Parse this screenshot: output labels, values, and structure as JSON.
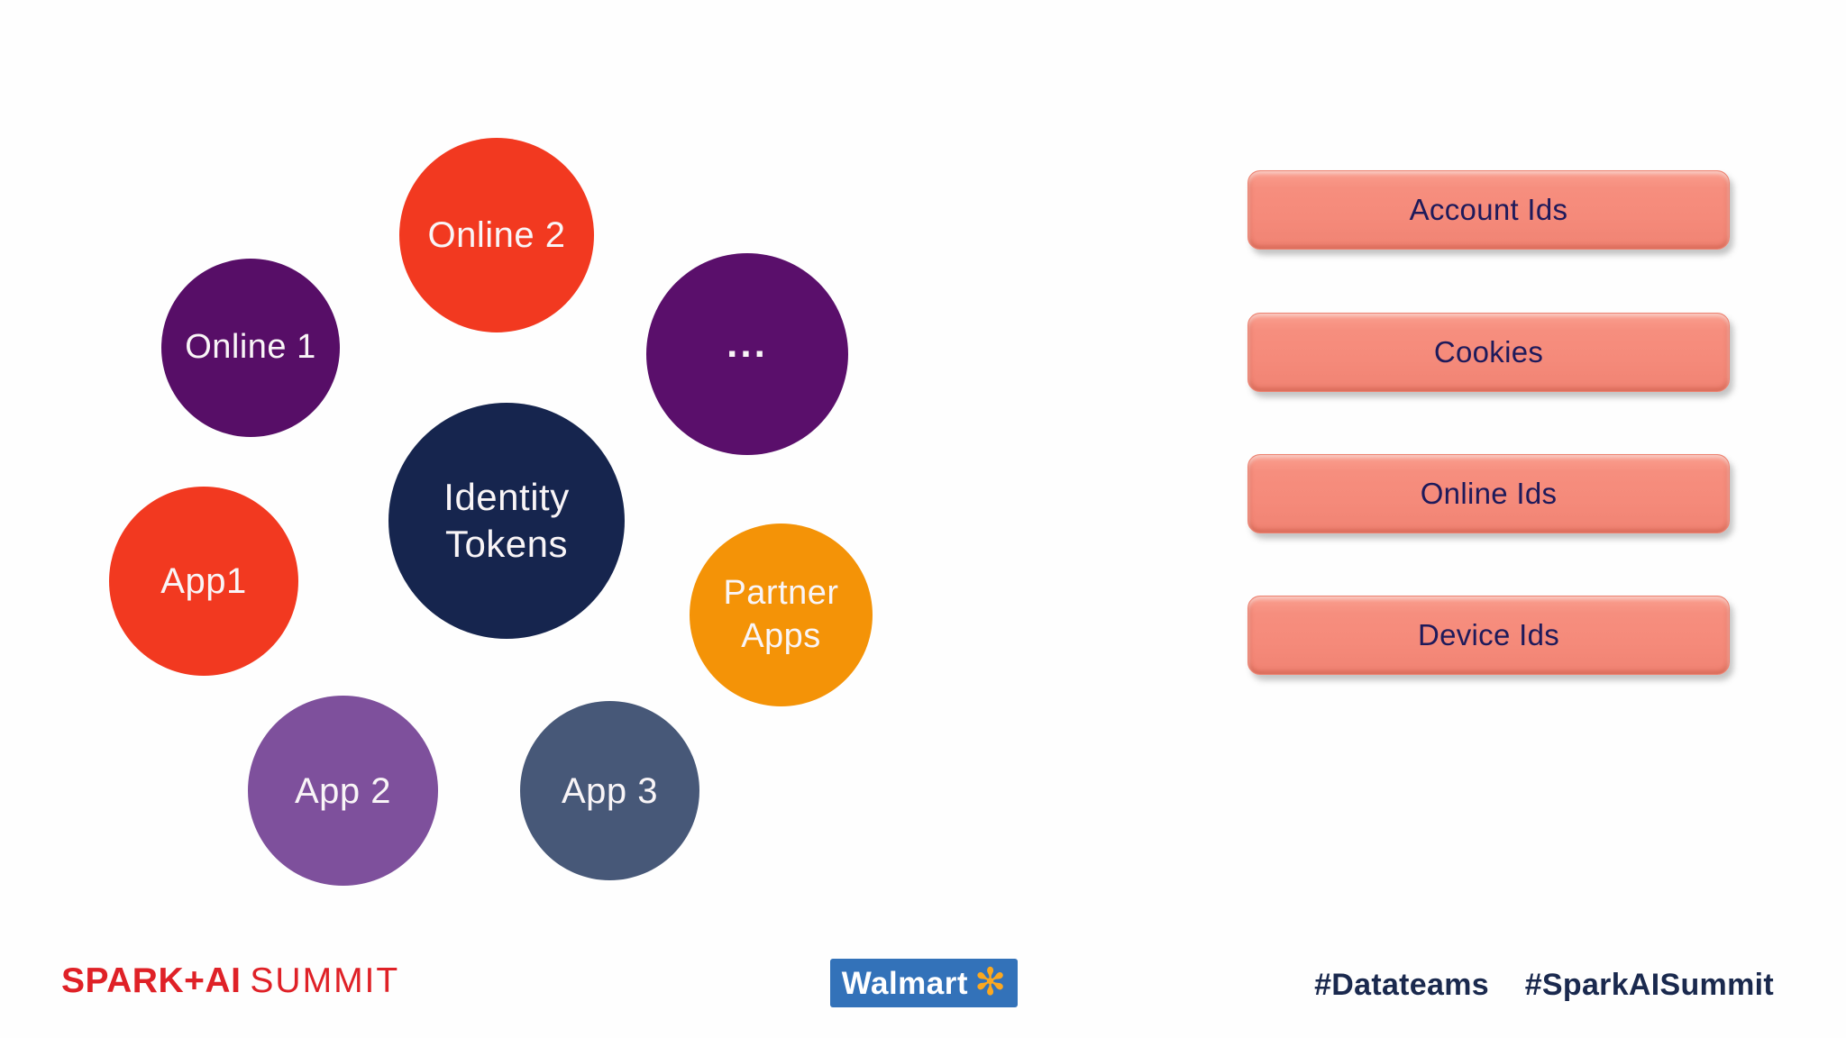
{
  "slide": {
    "background": "#FEFEFE"
  },
  "bubbles": {
    "center": {
      "label": "Identity Tokens",
      "color": "#16254E"
    },
    "satellites": [
      {
        "id": "online-1",
        "label": "Online 1",
        "color": "#570E67"
      },
      {
        "id": "online-2",
        "label": "Online 2",
        "color": "#F23920"
      },
      {
        "id": "ellipsis",
        "label": "...",
        "color": "#5A0F6B"
      },
      {
        "id": "app-1",
        "label": "App1",
        "color": "#F23920"
      },
      {
        "id": "partner-apps",
        "label": "Partner Apps",
        "color": "#F49307"
      },
      {
        "id": "app-2",
        "label": "App 2",
        "color": "#7E509C"
      },
      {
        "id": "app-3",
        "label": "App 3",
        "color": "#475878"
      }
    ]
  },
  "id_tokens_list": {
    "pill_fill": "#F68B7B",
    "pill_text_color": "#1E1A5B",
    "items": [
      {
        "label": "Account Ids"
      },
      {
        "label": "Cookies"
      },
      {
        "label": "Online Ids"
      },
      {
        "label": "Device Ids"
      }
    ]
  },
  "footer": {
    "summit_logo": {
      "strong": "SPARK+AI",
      "light": "SUMMIT",
      "color": "#DF2127"
    },
    "walmart_logo": {
      "wordmark": "Walmart",
      "spark_glyph": "✻",
      "bg": "#3372B9",
      "spark_color": "#FCA81F"
    },
    "hashtags": {
      "datateams": "#Datateams",
      "sparkaisummit": "#SparkAISummit",
      "color": "#1A294E"
    }
  }
}
